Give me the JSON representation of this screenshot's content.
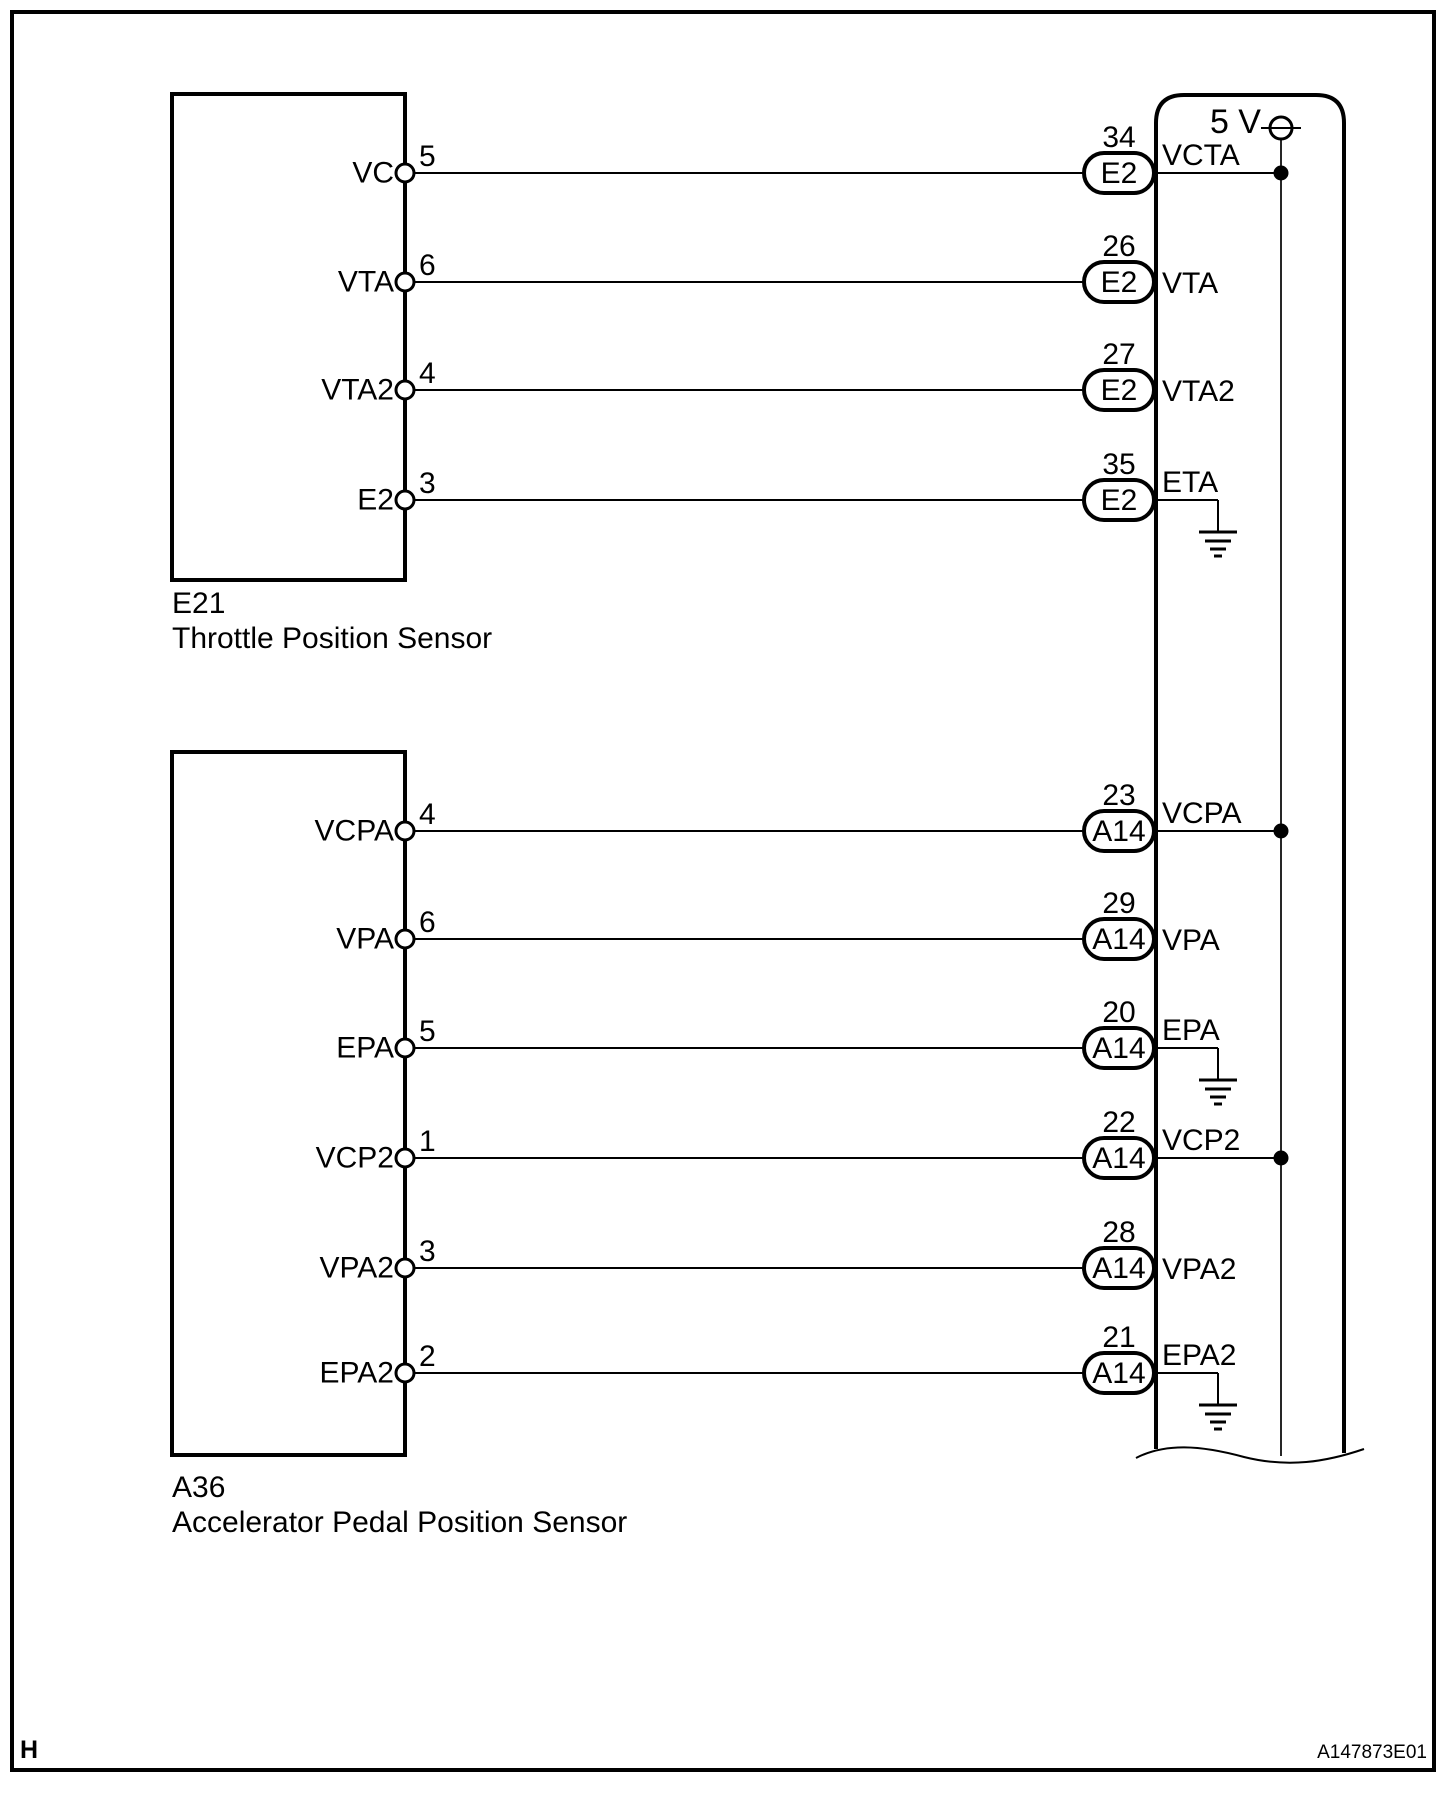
{
  "colors": {
    "ink": "#000000",
    "paper": "#ffffff"
  },
  "power_rail": {
    "label": "5 V"
  },
  "sensors": [
    {
      "code": "E21",
      "name": "Throttle Position Sensor"
    },
    {
      "code": "A36",
      "name": "Accelerator Pedal Position Sensor"
    }
  ],
  "rows": [
    {
      "pin_label": "VC",
      "pin_number": "5",
      "terminal_number": "34",
      "connector_code": "E2",
      "ecm_signal": "VCTA"
    },
    {
      "pin_label": "VTA",
      "pin_number": "6",
      "terminal_number": "26",
      "connector_code": "E2",
      "ecm_signal": "VTA"
    },
    {
      "pin_label": "VTA2",
      "pin_number": "4",
      "terminal_number": "27",
      "connector_code": "E2",
      "ecm_signal": "VTA2"
    },
    {
      "pin_label": "E2",
      "pin_number": "3",
      "terminal_number": "35",
      "connector_code": "E2",
      "ecm_signal": "ETA"
    },
    {
      "pin_label": "VCPA",
      "pin_number": "4",
      "terminal_number": "23",
      "connector_code": "A14",
      "ecm_signal": "VCPA"
    },
    {
      "pin_label": "VPA",
      "pin_number": "6",
      "terminal_number": "29",
      "connector_code": "A14",
      "ecm_signal": "VPA"
    },
    {
      "pin_label": "EPA",
      "pin_number": "5",
      "terminal_number": "20",
      "connector_code": "A14",
      "ecm_signal": "EPA"
    },
    {
      "pin_label": "VCP2",
      "pin_number": "1",
      "terminal_number": "22",
      "connector_code": "A14",
      "ecm_signal": "VCP2"
    },
    {
      "pin_label": "VPA2",
      "pin_number": "3",
      "terminal_number": "28",
      "connector_code": "A14",
      "ecm_signal": "VPA2"
    },
    {
      "pin_label": "EPA2",
      "pin_number": "2",
      "terminal_number": "21",
      "connector_code": "A14",
      "ecm_signal": "EPA2"
    }
  ],
  "footer": {
    "page_marker": "H",
    "figure_id": "A147873E01"
  }
}
